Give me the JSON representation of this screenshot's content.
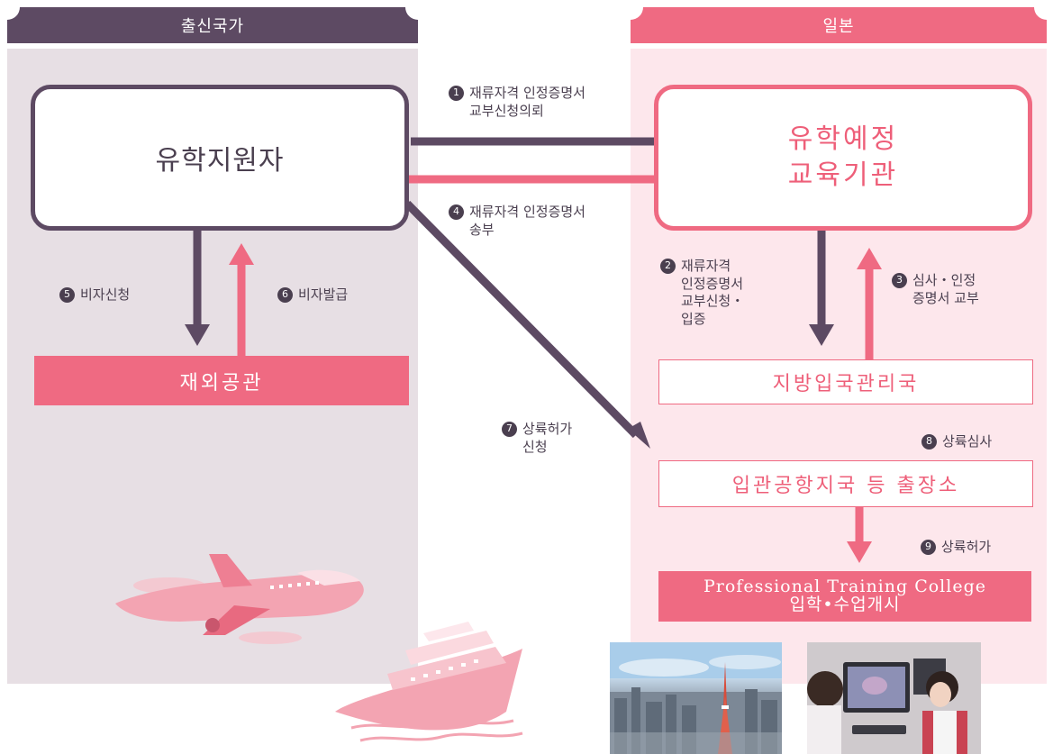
{
  "headers": {
    "origin_country": "출신국가",
    "japan": "일본"
  },
  "nodes": {
    "applicant": "유학지원자",
    "school_line1": "유학예정",
    "school_line2": "교육기관",
    "embassy": "재외공관",
    "immigration_bureau": "지방입국관리국",
    "airport_office": "입관공항지국 등 출장소",
    "college_line1": "Professional Training College",
    "college_line2": "입학•수업개시"
  },
  "steps": [
    {
      "num": "1",
      "lines": [
        "재류자격 인정증명서",
        "교부신청의뢰"
      ]
    },
    {
      "num": "2",
      "lines": [
        "재류자격",
        "인정증명서",
        "교부신청・",
        "입증"
      ]
    },
    {
      "num": "3",
      "lines": [
        "심사・인정",
        "증명서 교부"
      ]
    },
    {
      "num": "4",
      "lines": [
        "재류자격 인정증명서",
        "송부"
      ]
    },
    {
      "num": "5",
      "lines": [
        "비자신청"
      ]
    },
    {
      "num": "6",
      "lines": [
        "비자발급"
      ]
    },
    {
      "num": "7",
      "lines": [
        "상륙허가",
        "신청"
      ]
    },
    {
      "num": "8",
      "lines": [
        "상륙심사"
      ]
    },
    {
      "num": "9",
      "lines": [
        "상륙허가"
      ]
    }
  ],
  "colors": {
    "purple": "#5d4a63",
    "pink": "#ef6a82",
    "left_bg": "#e7dfe4",
    "right_bg": "#fde7ec"
  },
  "illustrations": [
    "airplane-illustration",
    "cruise-ship-illustration",
    "tokyo-cityscape-photo",
    "students-computer-photo"
  ]
}
